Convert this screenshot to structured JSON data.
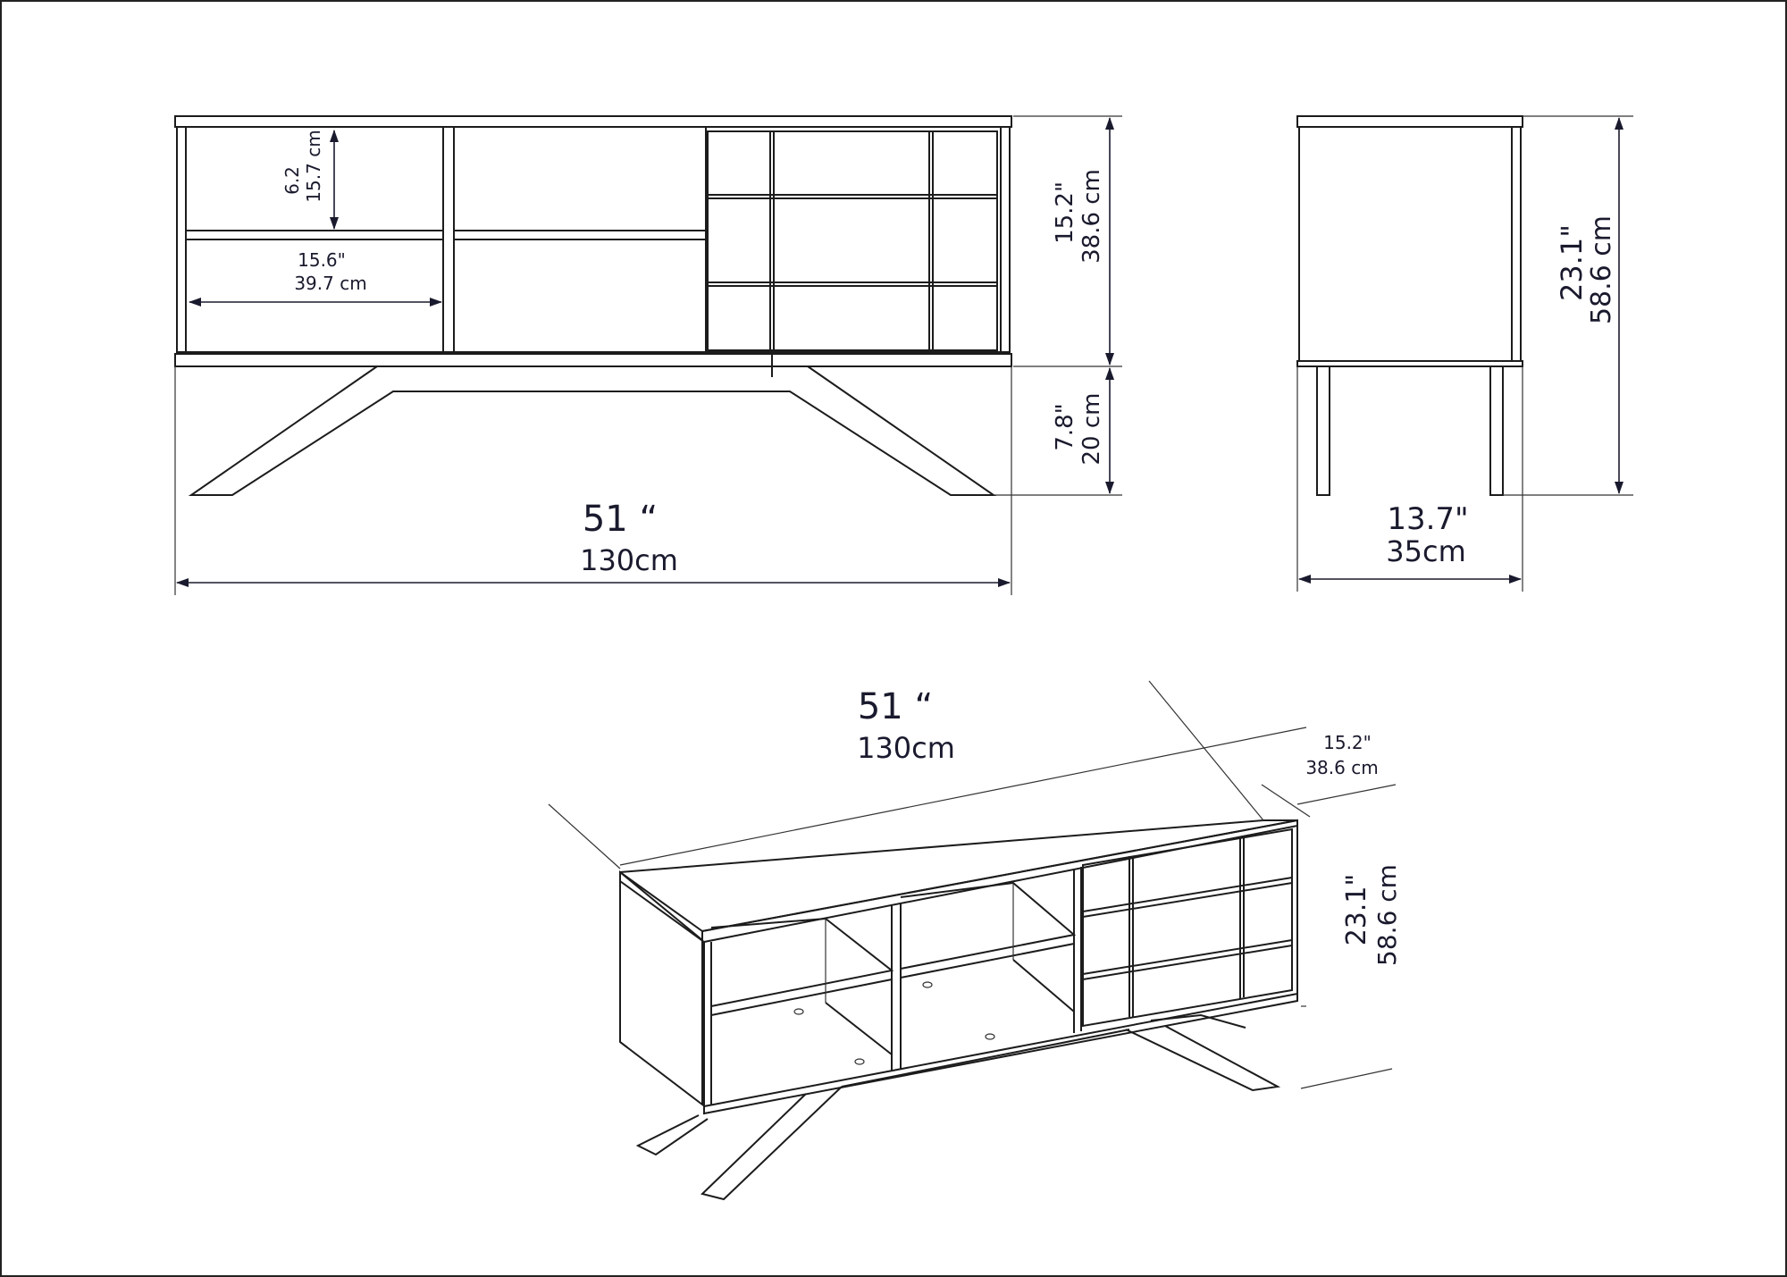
{
  "front_view": {
    "shelf_height_in": "6.2",
    "shelf_height_cm": "15.7 cm",
    "shelf_width_in": "15.6\"",
    "shelf_width_cm": "39.7 cm",
    "body_height_in": "15.2\"",
    "body_height_cm": "38.6 cm",
    "leg_height_in": "7.8\"",
    "leg_height_cm": "20 cm",
    "total_width_in": "51 “",
    "total_width_cm": "130cm"
  },
  "side_view": {
    "total_height_in": "23.1\"",
    "total_height_cm": "58.6 cm",
    "depth_in": "13.7\"",
    "depth_cm": "35cm"
  },
  "iso_view": {
    "width_in": "51 “",
    "width_cm": "130cm",
    "depth_in": "15.2\"",
    "depth_cm": "38.6 cm",
    "height_in": "23.1\"",
    "height_cm": "58.6 cm"
  },
  "colors": {
    "line": "#1c1c1c",
    "dimension": "#1a1a2e",
    "background": "#ffffff"
  }
}
